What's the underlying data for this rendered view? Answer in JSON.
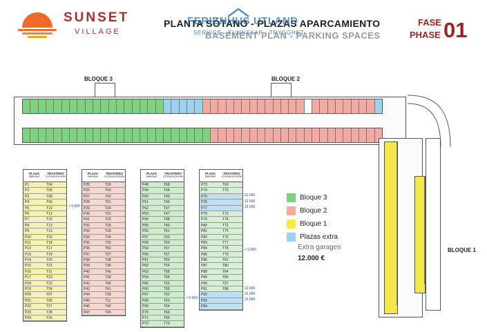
{
  "brand": {
    "name_top": "SUNSET",
    "name_bottom": "VILLAGE"
  },
  "header": {
    "title_es": "PLANTA SÓTANO - PLAZAS APARCAMIENTO",
    "title_en": "BASEMENT PLAN - PARKING SPACES",
    "watermark": "FERIENHUS UTLAND",
    "watermark_sub": "SERVICE · KUNNSKAP · TRYGGHET",
    "fase": "FASE",
    "phase": "PHASE",
    "phase_number": "01"
  },
  "plan": {
    "bloque3_label": "BLOQUE 3",
    "bloque2_label": "BLOQUE 2",
    "bloque1_label": "BLOQUE 1"
  },
  "legend": {
    "items": [
      {
        "label": "Bloque 3",
        "color": "#7fd27f"
      },
      {
        "label": "Bloque 2",
        "color": "#f3aaa3"
      },
      {
        "label": "Bloque 1",
        "color": "#f3e94b"
      },
      {
        "label": "Plazas extra",
        "color": "#9dd2ee"
      }
    ],
    "extra_sub": "Extra garages",
    "extra_price": "12.000 €"
  },
  "tables": [
    {
      "hd_plaza": "PLAZA",
      "hd_plaza_en": "PARKING",
      "hd_trastero": "TRASTERO",
      "hd_trastero_en": "STORAGE ROOM",
      "rows": [
        [
          "P1",
          "T04"
        ],
        [
          "P2",
          "T05"
        ],
        [
          "P3",
          "T08"
        ],
        [
          "P4",
          "T09"
        ],
        [
          "P5",
          "T10"
        ],
        [
          "P6",
          "T12"
        ],
        [
          "P7",
          "T15"
        ],
        [
          "P8",
          "T13"
        ],
        [
          "P9",
          "T13"
        ],
        [
          "P10",
          "T16"
        ],
        [
          "P11",
          "T18"
        ],
        [
          "P12",
          "T17"
        ],
        [
          "P13",
          "T19"
        ],
        [
          "P14",
          "T20"
        ],
        [
          "P15",
          "T21"
        ],
        [
          "P16",
          "T11"
        ],
        [
          "P17",
          "T23"
        ],
        [
          "P18",
          "T22"
        ],
        [
          "P19",
          "T24"
        ],
        [
          "P20",
          "T07"
        ],
        [
          "P21",
          "T06"
        ],
        [
          "P22",
          "T27"
        ],
        [
          "P23",
          "T28"
        ],
        [
          "P24",
          "T25"
        ]
      ]
    },
    {
      "hd_plaza": "PLAZA",
      "hd_plaza_en": "PARKING",
      "hd_trastero": "TRASTERO",
      "hd_trastero_en": "STORAGE ROOM",
      "rows": [
        [
          "P25",
          "T26"
        ],
        [
          "P26",
          "T03"
        ],
        [
          "P27",
          "T02"
        ],
        [
          "P28",
          "T01"
        ],
        [
          "P29",
          "T30"
        ],
        [
          "P30",
          "T31"
        ],
        [
          "P31",
          "T32"
        ],
        [
          "P32",
          "T29"
        ],
        [
          "P33",
          "T33"
        ],
        [
          "P34",
          "T34"
        ],
        [
          "P35",
          "T35"
        ],
        [
          "P36",
          "T82"
        ],
        [
          "P37",
          "T37"
        ],
        [
          "P38",
          "T38"
        ],
        [
          "P39",
          "T36"
        ],
        [
          "P40",
          "T40"
        ],
        [
          "P41",
          "T39"
        ],
        [
          "P42",
          "T40"
        ],
        [
          "P43",
          "T41"
        ],
        [
          "P44",
          "T39"
        ],
        [
          "P45",
          "T11"
        ],
        [
          "P46",
          "T42"
        ],
        [
          "P47",
          "T45"
        ]
      ]
    },
    {
      "hd_plaza": "PLAZA",
      "hd_plaza_en": "PARKING",
      "hd_trastero": "TRASTERO",
      "hd_trastero_en": "STORAGE ROOM",
      "rows": [
        [
          "P48",
          "T68"
        ],
        [
          "P49",
          "T44"
        ],
        [
          "P50",
          "T45"
        ],
        [
          "P51",
          "T46"
        ],
        [
          "P52",
          "T47"
        ],
        [
          "P53",
          "T47"
        ],
        [
          "P54",
          "T48"
        ],
        [
          "P55",
          "T49"
        ],
        [
          "P56",
          "T61"
        ],
        [
          "P57",
          "T60"
        ],
        [
          "P58",
          "T53"
        ],
        [
          "P59",
          "T57"
        ],
        [
          "P60",
          "T57"
        ],
        [
          "P61",
          "T56"
        ],
        [
          "P62",
          "T54"
        ],
        [
          "P63",
          "T58"
        ],
        [
          "P64",
          "T55"
        ],
        [
          "P65",
          "T52"
        ],
        [
          "P66",
          "T59"
        ],
        [
          "P67",
          "T62"
        ],
        [
          "P68",
          "T63"
        ],
        [
          "P69",
          "T64"
        ],
        [
          "P70",
          "T66"
        ],
        [
          "P71",
          "T65"
        ],
        [
          "P72",
          "T70"
        ]
      ]
    },
    {
      "hd_plaza": "PLAZA",
      "hd_plaza_en": "PARKING",
      "hd_trastero": "TRASTERO",
      "hd_trastero_en": "STORAGE ROOM",
      "rows": [
        [
          "P73",
          "T69"
        ],
        [
          "P74",
          "T70"
        ],
        [
          "P75",
          ""
        ],
        [
          "P76",
          ""
        ],
        [
          "P77",
          ""
        ],
        [
          "P78",
          "T73"
        ],
        [
          "P79",
          "T74"
        ],
        [
          "P80",
          "T72"
        ],
        [
          "P81",
          "T75"
        ],
        [
          "P82",
          "T76"
        ],
        [
          "P83",
          "T77"
        ],
        [
          "P84",
          "T78"
        ],
        [
          "P85",
          "T79"
        ],
        [
          "P86",
          "T81"
        ],
        [
          "P87",
          "T80"
        ],
        [
          "P88",
          "T84"
        ],
        [
          "P89",
          "T85"
        ],
        [
          "P90",
          "T87"
        ],
        [
          "P91",
          "T88"
        ],
        [
          "P92",
          ""
        ],
        [
          "P93",
          ""
        ],
        [
          "P94",
          ""
        ]
      ]
    }
  ],
  "notes": {
    "t1_p5": "+ 5.000",
    "t3_p69": "+ 5.000",
    "t4_p75": "12.000",
    "t4_p76": "12.000",
    "t4_p77": "12.000",
    "t4_p85": "+ 5.000",
    "t4_p92": "12.000",
    "t4_p93": "12.000",
    "t4_p94": "12.000"
  }
}
